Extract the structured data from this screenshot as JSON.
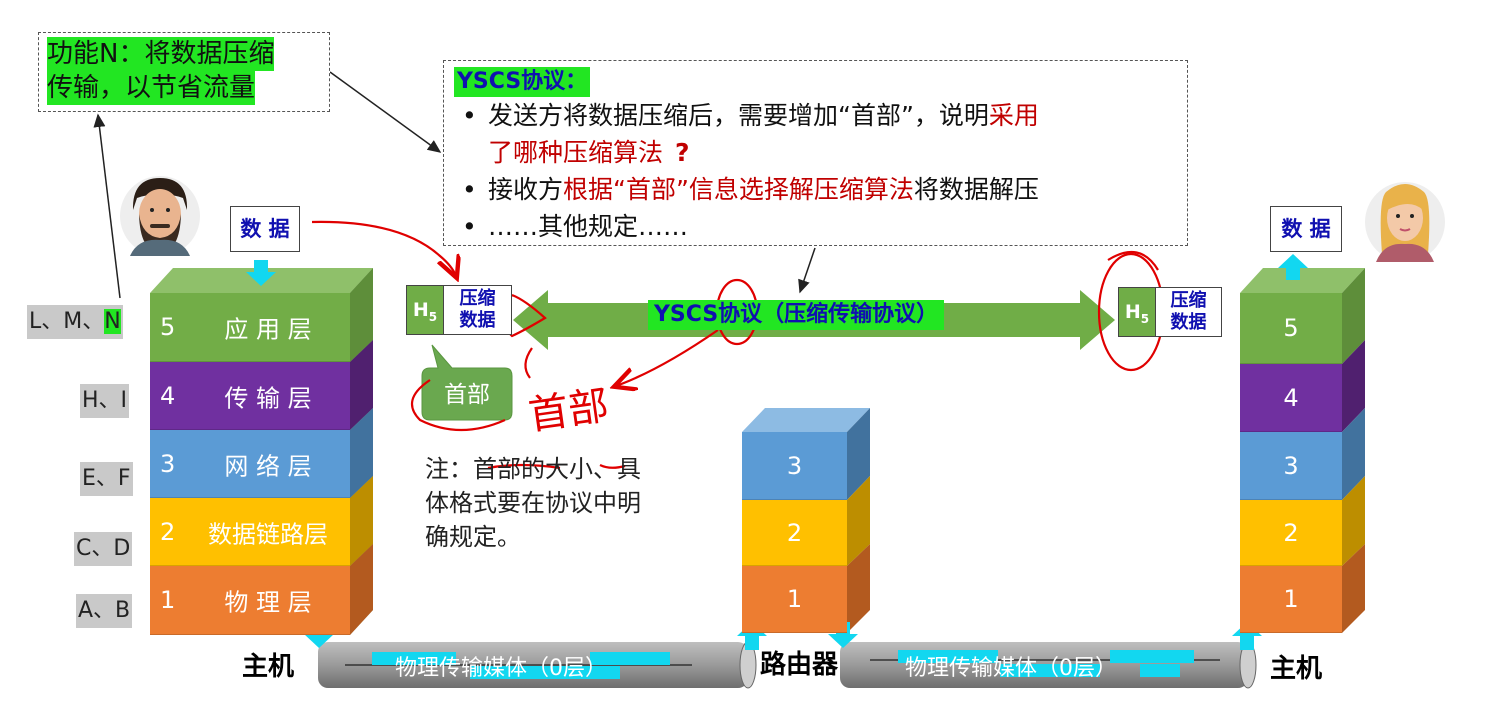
{
  "top_left_box": {
    "line1": "功能N：将数据压缩",
    "line2": "传输，以节省流量"
  },
  "protocol_box": {
    "title": "YSCS协议：",
    "bullets": [
      {
        "black": "发送方将数据压缩后，需要增加“首部”，说明",
        "red": "采用",
        "black2": "",
        "red2": ""
      },
      {
        "black": "",
        "red": "了哪种压缩算法",
        "black2": "",
        "red2": ""
      },
      {
        "black": "接收方",
        "red": "根据“首部”信息选择解压缩算法",
        "black2": "将数据解压",
        "red2": ""
      },
      {
        "black": "……其他规定……",
        "red": "",
        "black2": "",
        "red2": ""
      }
    ],
    "annotation_mark": "?"
  },
  "side_labels": [
    {
      "text": "L、M、",
      "hl": "N"
    },
    {
      "text": "H、I",
      "hl": ""
    },
    {
      "text": "E、F",
      "hl": ""
    },
    {
      "text": "C、D",
      "hl": ""
    },
    {
      "text": "A、B",
      "hl": ""
    }
  ],
  "left_host": {
    "data_label": "数 据",
    "layers": [
      {
        "num": "5",
        "name": "应 用 层",
        "color": "#72ad47"
      },
      {
        "num": "4",
        "name": "传 输 层",
        "color": "#7030a0"
      },
      {
        "num": "3",
        "name": "网 络 层",
        "color": "#5b9bd5"
      },
      {
        "num": "2",
        "name": "数据链路层",
        "color": "#ffc000"
      },
      {
        "num": "1",
        "name": "物 理 层",
        "color": "#ed7d31"
      }
    ],
    "label": "主机"
  },
  "router": {
    "layers": [
      {
        "num": "3",
        "color": "#5b9bd5"
      },
      {
        "num": "2",
        "color": "#ffc000"
      },
      {
        "num": "1",
        "color": "#ed7d31"
      }
    ],
    "label": "路由器"
  },
  "right_host": {
    "data_label": "数 据",
    "layers": [
      {
        "num": "5",
        "color": "#72ad47"
      },
      {
        "num": "4",
        "color": "#7030a0"
      },
      {
        "num": "3",
        "color": "#5b9bd5"
      },
      {
        "num": "2",
        "color": "#ffc000"
      },
      {
        "num": "1",
        "color": "#ed7d31"
      }
    ],
    "label": "主机"
  },
  "packet": {
    "header": "H5",
    "payload_line1": "压缩",
    "payload_line2": "数据"
  },
  "protocol_arrow_label": "YSCS协议（压缩传输协议）",
  "header_callout": "首部",
  "handwriting": "首部",
  "note": {
    "line1": "注：首部的大小、具",
    "line2": "体格式要在协议中明",
    "line3": "确规定。"
  },
  "medium_left": "物理传输媒体（0层）",
  "medium_right": "物理传输媒体（0层）",
  "colors": {
    "highlight": "#22e622",
    "arrow": "#70ad47",
    "cyan": "#00d8f0",
    "red_ink": "#e00000",
    "blue_text": "#1010b0"
  }
}
